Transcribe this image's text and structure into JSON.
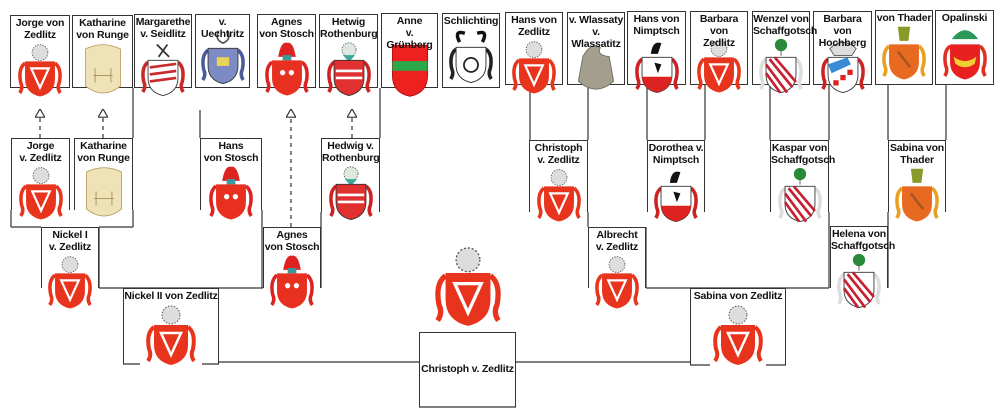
{
  "persons": [
    {
      "name": "Jorge von\nZedlitz",
      "arms": "zedlitz-arms-icon"
    },
    {
      "name": "Katharine\nvon Runge",
      "arms": "runge-seal-icon"
    },
    {
      "name": "Margarethe\nv. Seidlitz",
      "arms": "seidlitz-arms-icon"
    },
    {
      "name": "v. Uechtritz",
      "arms": "uechtritz-arms-icon"
    },
    {
      "name": "Agnes\nvon Stosch",
      "arms": "stosch-arms-icon"
    },
    {
      "name": "Hetwig\nRothenburg",
      "arms": "rothenburg-arms-icon"
    },
    {
      "name": "Anne\nv. Grünberg",
      "arms": "gruenberg-shield-icon"
    },
    {
      "name": "Schlichting",
      "arms": "schlichting-arms-icon"
    },
    {
      "name": "Hans von\nZedlitz",
      "arms": "zedlitz-arms-icon"
    },
    {
      "name": "v. Wlassaty\nv. Wlassatitz",
      "arms": "wlassaty-stone-arms-icon"
    },
    {
      "name": "Hans von\nNimptsch",
      "arms": "nimptsch-arms-icon"
    },
    {
      "name": "Barbara von\nZedlitz",
      "arms": "zedlitz-arms-icon"
    },
    {
      "name": "Wenzel von\nSchaffgotsch",
      "arms": "schaffgotsch-arms-icon"
    },
    {
      "name": "Barbara von\nHochberg",
      "arms": "hochberg-arms-icon"
    },
    {
      "name": "von Thader",
      "arms": "thader-arms-icon"
    },
    {
      "name": "Opalinski",
      "arms": "opalinski-arms-icon"
    },
    {
      "name": "Jorge\nv. Zedlitz",
      "arms": "zedlitz-arms-icon"
    },
    {
      "name": "Katharine\nvon Runge",
      "arms": "runge-seal-icon"
    },
    {
      "name": "Hans\nvon Stosch",
      "arms": "stosch-arms-icon"
    },
    {
      "name": "Hedwig v.\nRothenburg",
      "arms": "rothenburg-arms-icon"
    },
    {
      "name": "Christoph\nv. Zedlitz",
      "arms": "zedlitz-arms-icon"
    },
    {
      "name": "Dorothea v.\nNimptsch",
      "arms": "nimptsch-arms-icon"
    },
    {
      "name": "Kaspar von\nSchaffgotsch",
      "arms": "schaffgotsch-arms-icon"
    },
    {
      "name": "Sabina von\nThader",
      "arms": "thader-arms-icon"
    },
    {
      "name": "Nickel I\nv. Zedlitz",
      "arms": "zedlitz-arms-icon"
    },
    {
      "name": "Agnes\nvon Stosch",
      "arms": "stosch-arms-icon"
    },
    {
      "name": "Albrecht\nv. Zedlitz",
      "arms": "zedlitz-arms-icon"
    },
    {
      "name": "Helena von\nSchaffgotsch",
      "arms": "schaffgotsch-arms-icon"
    },
    {
      "name": "Nickel II von Zedlitz",
      "arms": "zedlitz-arms-icon"
    },
    {
      "name": "Sabina von Zedlitz",
      "arms": "zedlitz-arms-icon"
    },
    {
      "name": "Christoph v. Zedlitz",
      "arms": "zedlitz-arms-icon"
    }
  ],
  "colors": {
    "line": "#333333",
    "zedlitz_red": "#e8341c",
    "gruenberg_green": "#2aa84a"
  }
}
